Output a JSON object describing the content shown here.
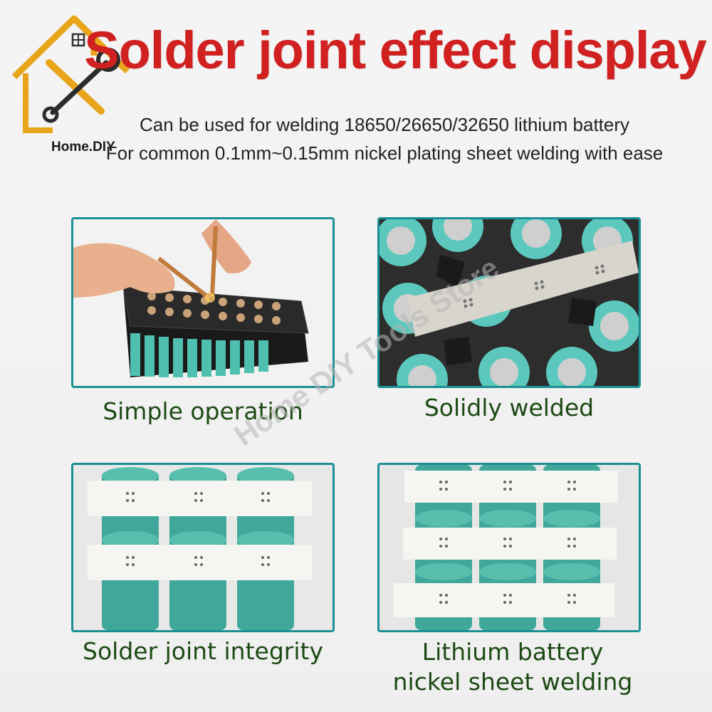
{
  "brand": {
    "logo_text": "Home.DIY"
  },
  "header": {
    "title": "Solder joint effect display",
    "subtitle_line1": "Can be used for welding 18650/26650/32650 lithium battery",
    "subtitle_line2": "For common 0.1mm~0.15mm nickel plating sheet welding with ease"
  },
  "panels": [
    {
      "caption": "Simple operation"
    },
    {
      "caption": "Solidly welded"
    },
    {
      "caption": "Solder joint integrity"
    },
    {
      "caption_line1": "Lithium battery",
      "caption_line2": "nickel sheet welding"
    }
  ],
  "watermark": "Home DIY Tools Store",
  "colors": {
    "title": "#d02020",
    "caption": "#1d4a14",
    "panel_border": "#1c8f93",
    "cell": "#3fa89a"
  }
}
